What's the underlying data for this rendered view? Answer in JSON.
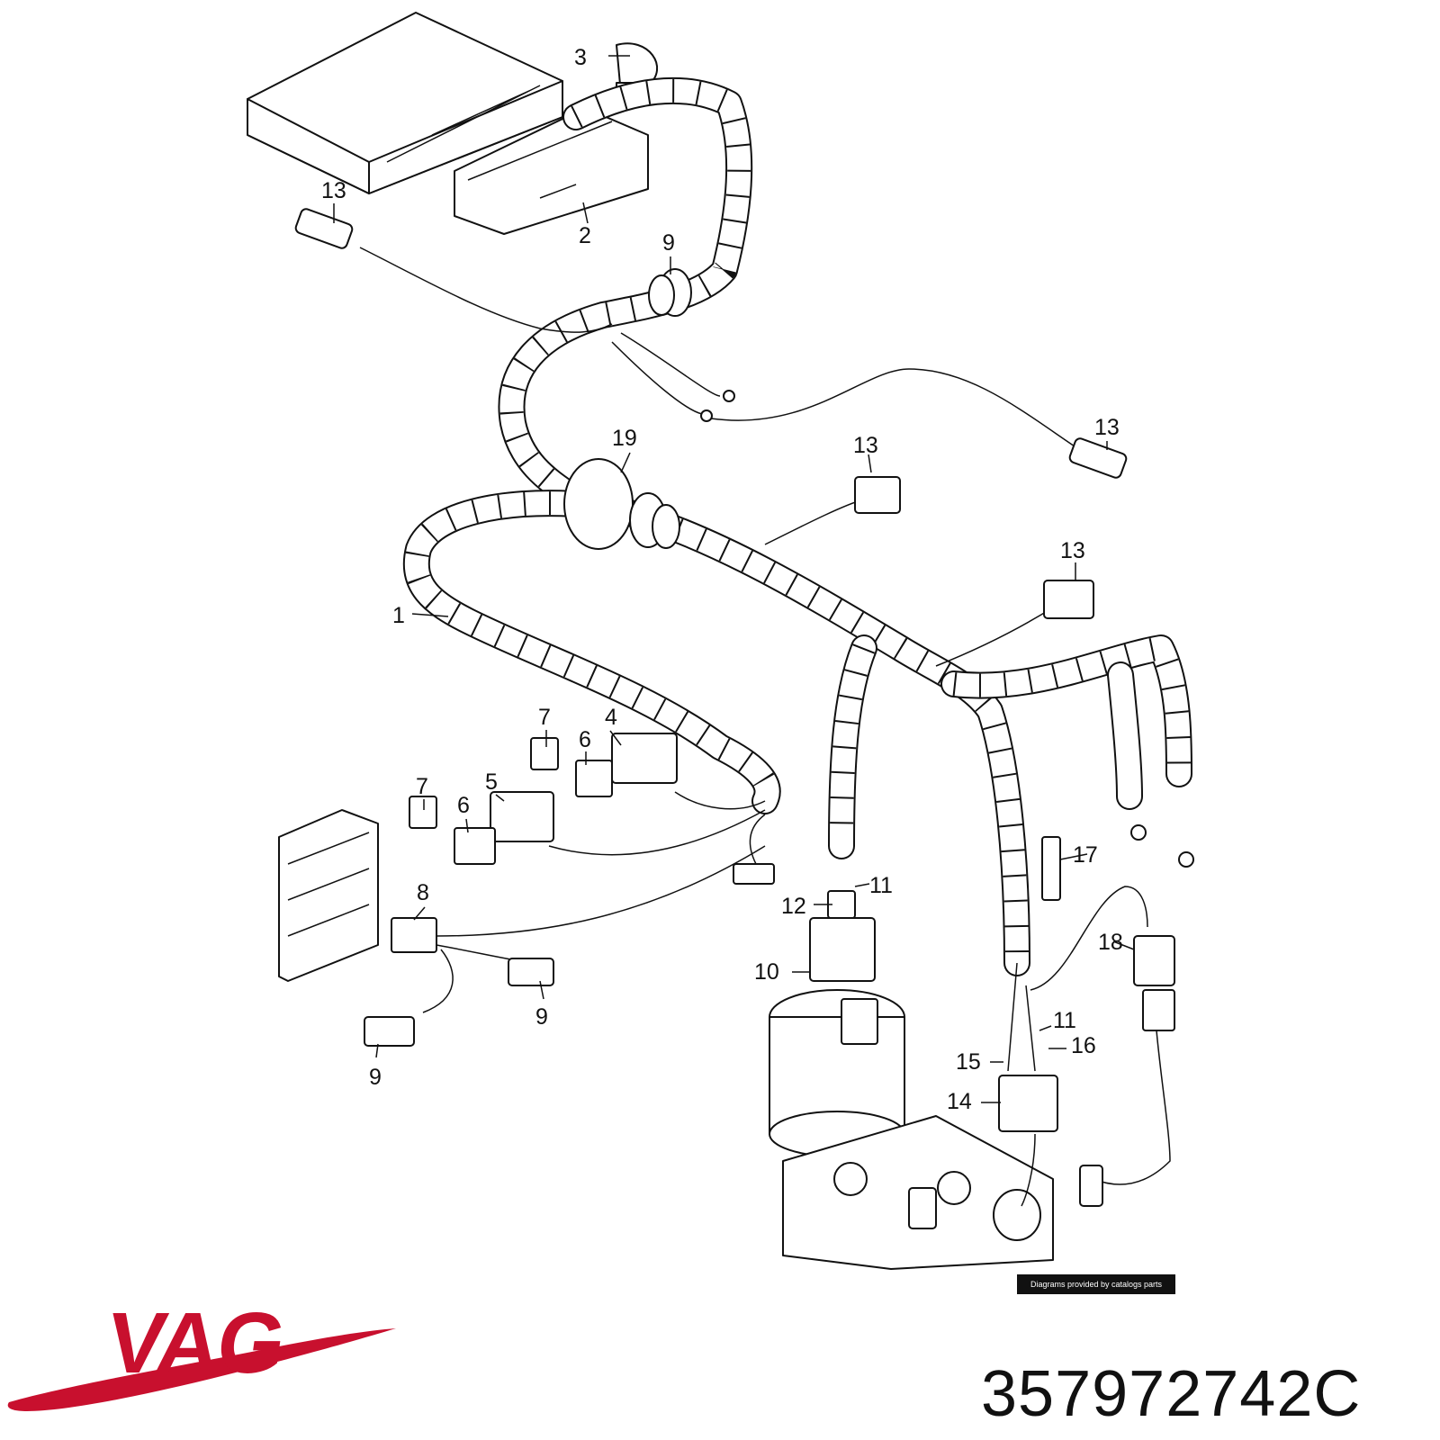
{
  "callouts": {
    "c1": "1",
    "c2": "2",
    "c3": "3",
    "c4": "4",
    "c5": "5",
    "c6a": "6",
    "c6b": "6",
    "c7a": "7",
    "c7b": "7",
    "c8": "8",
    "c9a": "9",
    "c9b": "9",
    "c9c": "9",
    "c10": "10",
    "c11a": "11",
    "c11b": "11",
    "c12": "12",
    "c13a": "13",
    "c13b": "13",
    "c13c": "13",
    "c13d": "13",
    "c14": "14",
    "c15": "15",
    "c16": "16",
    "c17": "17",
    "c18": "18",
    "c19": "19"
  },
  "credit": "Diagrams provided by catalogs parts",
  "brand": {
    "name": "VAG",
    "color": "#c8102e"
  },
  "part_number": "357972742C"
}
